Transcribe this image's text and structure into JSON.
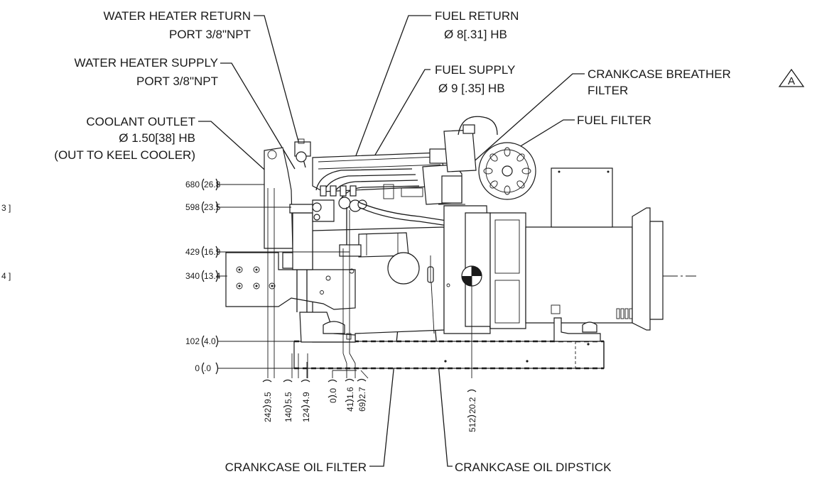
{
  "callouts": {
    "water_heater_return": [
      "WATER HEATER RETURN",
      "PORT 3/8\"NPT"
    ],
    "water_heater_supply": [
      "WATER HEATER SUPPLY",
      "PORT 3/8\"NPT"
    ],
    "coolant_outlet": [
      "COOLANT OUTLET",
      "Ø 1.50[38] HB",
      "(OUT TO KEEL COOLER)"
    ],
    "fuel_return": [
      "FUEL RETURN",
      "Ø 8[.31] HB"
    ],
    "fuel_supply": [
      "FUEL SUPPLY",
      "Ø  9 [.35] HB"
    ],
    "crankcase_breather": [
      "CRANKCASE BREATHER",
      "FILTER"
    ],
    "revision_mark": "A",
    "fuel_filter": "FUEL FILTER",
    "crankcase_oil_filter": "CRANKCASE OIL FILTER",
    "crankcase_oil_dipstick": "CRANKCASE OIL DIPSTICK"
  },
  "vertical_dims": [
    {
      "mm": "680",
      "in": "26.8"
    },
    {
      "mm": "598",
      "in": "23.5"
    },
    {
      "mm": "429",
      "in": "16.9"
    },
    {
      "mm": "340",
      "in": "13.4"
    },
    {
      "mm": "102",
      "in": "4.0"
    },
    {
      "mm": "0",
      "in": ".0"
    }
  ],
  "left_edge_fragments": [
    "3 ]",
    "4 ]"
  ],
  "horizontal_dims": [
    {
      "mm": "242",
      "in": "9.5"
    },
    {
      "mm": "140",
      "in": "5.5"
    },
    {
      "mm": "124",
      "in": "4.9"
    },
    {
      "mm": "0",
      "in": ".0"
    },
    {
      "mm": "41",
      "in": "1.6"
    },
    {
      "mm": "69",
      "in": "2.7"
    },
    {
      "mm": "512",
      "in": "20.2"
    }
  ]
}
